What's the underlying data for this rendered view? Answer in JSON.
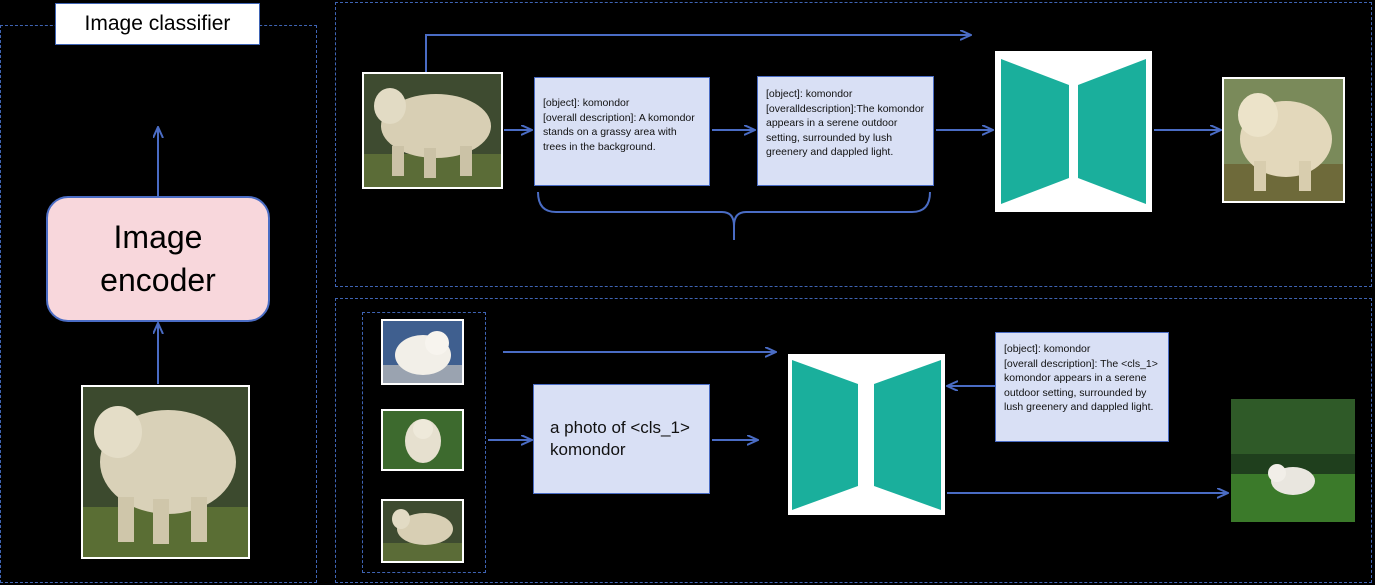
{
  "classifier": {
    "title": "Image classifier",
    "encoder_label": "Image\nencoder"
  },
  "top_branch": {
    "desc_box_1": "[object]: komondor\n[overall description]:  A komondor stands on a grassy area with trees in the background.",
    "desc_box_2": "[object]:  komondor\n[overalldescription]:The komondor appears in a serene outdoor setting, surrounded by lush greenery and dappled light."
  },
  "bottom_branch": {
    "prompt_box": "a photo of <cls_1> komondor",
    "desc_box": "[object]:  komondor\n[overall description]: The <cls_1> komondor appears in a serene outdoor setting, surrounded by lush greenery and dappled light."
  },
  "colors": {
    "arrow": "#4a6cc4",
    "dashed_border": "#3f64b4",
    "encoder_fill": "#f8d7dc",
    "text_box_fill": "#d9e0f5",
    "model_teal": "#1aaf9c"
  },
  "icons": {
    "model": "teal-hourglass-model-icon"
  }
}
